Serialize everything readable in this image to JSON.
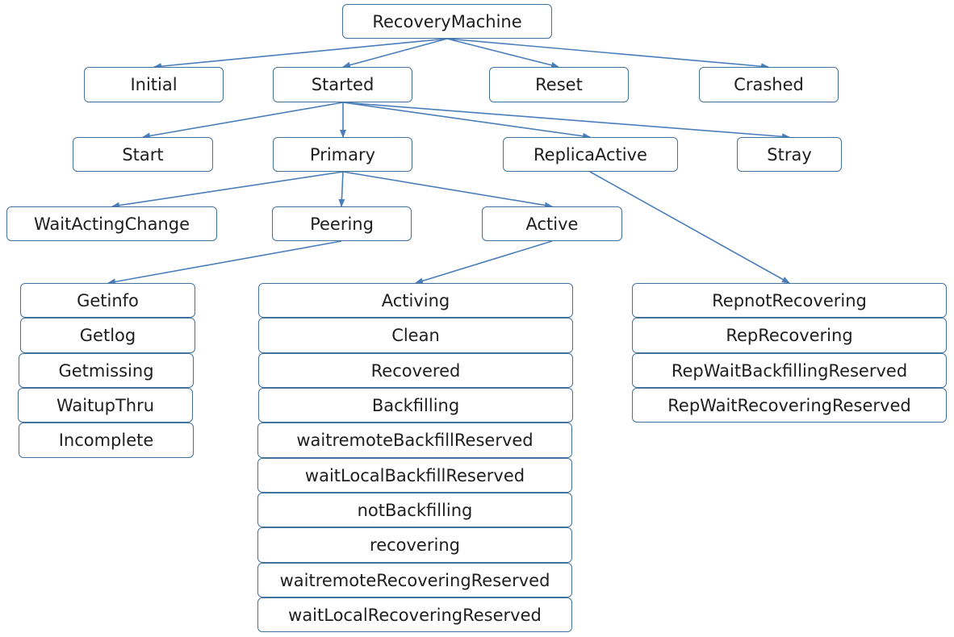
{
  "colors": {
    "node_border": "#41719c",
    "arrow": "#4a7ebb",
    "text": "#1e1e1e",
    "background": "#ffffff"
  },
  "nodes": {
    "recovery_machine": "RecoveryMachine",
    "initial": "Initial",
    "started": "Started",
    "reset": "Reset",
    "crashed": "Crashed",
    "start": "Start",
    "primary": "Primary",
    "replica_active": "ReplicaActive",
    "stray": "Stray",
    "wait_acting_change": "WaitActingChange",
    "peering": "Peering",
    "active": "Active"
  },
  "peering_states": [
    "Getinfo",
    "Getlog",
    "Getmissing",
    "WaitupThru",
    "Incomplete"
  ],
  "active_states": [
    "Activing",
    "Clean",
    "Recovered",
    "Backfilling",
    "waitremoteBackfillReserved",
    "waitLocalBackfillReserved",
    "notBackfilling",
    "recovering",
    "waitremoteRecoveringReserved",
    "waitLocalRecoveringReserved"
  ],
  "replica_states": [
    "RepnotRecovering",
    "RepRecovering",
    "RepWaitBackfillingReserved",
    "RepWaitRecoveringReserved"
  ]
}
